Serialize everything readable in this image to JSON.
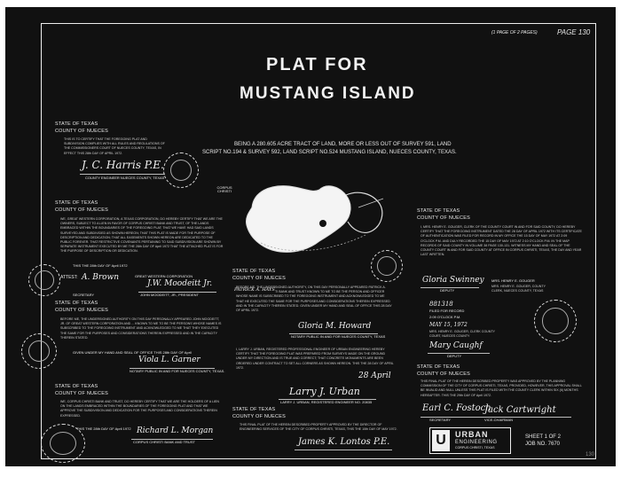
{
  "page_note": "(1 PAGE OF 2 PAGES)",
  "page_number": "PAGE 130",
  "title_line1": "PLAT FOR",
  "title_line2": "MUSTANG ISLAND",
  "description_line1": "BEING A 280.605 ACRE TRACT OF LAND, MORE OR LESS OUT OF SURVEY 591, LAND",
  "description_line2": "SCRIPT NO.194 & SURVEY 592, LAND SCRIPT NO.524 MUSTANG ISLAND, NUECES COUNTY, TEXAS.",
  "map_label": "CORPUS CHRISTI",
  "cert1": {
    "state": "STATE OF TEXAS",
    "county": "COUNTY OF NUECES",
    "body": "THIS IS TO CERTIFY THAT THE FOREGOING PLAT AND SUBDIVISION COMPLIES WITH ALL RULES AND REGULATIONS OF THE COMMISSIONERS COURT OF NUECES COUNTY, TEXAS, IN EFFECT THIS 28th DAY OF APRIL 1972.",
    "signature": "J. C. Harris P.E.",
    "signer_title": "COUNTY ENGINEER NUECES COUNTY, TEXAS"
  },
  "cert2": {
    "state": "STATE OF TEXAS",
    "county": "COUNTY OF NUECES",
    "body": "WE, GREAT WESTERN CORPORATION, A TEXAS CORPORATION, DO HEREBY CERTIFY THAT WE ARE THE OWNERS, SUBJECT TO A LIEN IN FAVOR OF CORPUS CHRISTI BANK AND TRUST, OF THE LANDS EMBRACED WITHIN THE BOUNDARIES OF THE FOREGOING PLAT; THAT WE HAVE HAD SAID LANDS SURVEYED AND SUBDIVIDED AS SHOWN HEREON; THAT THIS PLAT IS MADE FOR THE PURPOSE OF DESCRIPTION AND DEDICATION; THAT ALL EASEMENTS SHOWN HEREON ARE DEDICATED TO THE PUBLIC FOREVER. THAT RESTRICTIVE COVENANTS PERTAINING TO SAID SUBDIVISION ARE SHOWN BY SEPARATE INSTRUMENT EXECUTED BY ME THE 28th DAY OF April 1972 THAT THE ATTACHED PLAT IS FOR THE PURPOSE OF DESCRIPTION OR DEDICATION.",
    "this_date": "THIS THE 28th DAY OF April 1972",
    "attest": "ATTEST:",
    "corp": "GREAT WESTERN CORPORATION",
    "president": "JOHN MOODEITT, JR., PRESIDENT",
    "secretary": "SECRETARY",
    "sig_attest": "A. Brown",
    "sig_pres": "J.W. Moodeitt Jr.",
    "state2": "STATE OF TEXAS",
    "county2": "COUNTY OF NUECES",
    "ack": "BEFORE ME, THE UNDERSIGNED AUTHORITY ON THIS DAY PERSONALLY APPEARED JOHN MOODEITT, JR. OF GREAT WESTERN CORPORATION AND ... KNOWN TO ME TO BE THE PERSONS WHOSE NAMES IS SUBSCRIBED TO THE FOREGOING INSTRUMENT AND ACKNOWLEDGED TO ME THAT THEY EXECUTED THE SAME FOR THE PURPOSES AND CONSIDERATIONS THEREIN EXPRESSED AND IN THE CAPACITY THEREIN STATED.",
    "given": "GIVEN UNDER MY HAND AND SEAL OF OFFICE THIS 28th DAY OF April",
    "notary_sig": "Viola L. Garner",
    "notary": "NOTARY PUBLIC IN AND FOR NUECES COUNTY, TEXAS."
  },
  "cert3": {
    "state": "STATE OF TEXAS",
    "county": "COUNTY OF NUECES",
    "body": "WE, CORPUS CHRISTI BANK AND TRUST, DO HEREBY CERTIFY THAT WE ARE THE HOLDERS OF A LIEN ON THE LANDS EMBRACED WITHIN THE BOUNDARIES OF THE FOREGOING PLAT AND THAT WE APPROVE THE SUBDIVISION AND DEDICATION FOR THE PURPOSES AND CONSIDERATIONS THEREIN EXPRESSED.",
    "this_date": "THIS THE 28th DAY OF April 1972",
    "sig": "Richard L. Morgan",
    "signer": "CORPUS CHRISTI BANK AND TRUST"
  },
  "cert4": {
    "state": "STATE OF TEXAS",
    "county": "COUNTY OF NUECES",
    "body": "BEFORE ME, THE UNDERSIGNED AUTHORITY, ON THIS DAY PERSONALLY APPEARED PATRICK A. HAYS OF CORPUS CHRISTI BANK AND TRUST KNOWN TO ME TO BE THE PERSON AND OFFICER WHOSE NAME IS SUBSCRIBED TO THE FOREGOING INSTRUMENT AND ACKNOWLEDGED TO ME THAT HE EXECUTED THE SAME FOR THE PURPOSES AND CONSIDERATIONS THEREIN EXPRESSED AND IN THE CAPACITY THEREIN STATED. GIVEN UNDER MY HAND AND SEAL OF OFFICE THIS 28 DAY OF APRIL 1972.",
    "appeared": "PATRICK A. HAYS",
    "notary_sig": "Gloria M. Howard",
    "notary": "NOTARY PUBLIC IN AND FOR NUECES COUNTY, TEXAS"
  },
  "cert5": {
    "state": "STATE OF TEXAS",
    "county": "COUNTY OF NUECES",
    "body": "I, LARRY J. URBAN, REGISTERED PROFESSIONAL ENGINEER OF URBAN ENGINEERING HEREBY CERTIFY THAT THE FOREGOING PLAT WAS PREPARED FROM SURVEYS MADE ON THE GROUND UNDER MY DIRECTION AND IS TRUE AND CORRECT; THAT CONCRETE MONUMENTS ARE BEEN ORDERED UNDER CONTRACT TO SET ALL CORNERS AS SHOWN HEREON. THIS THE 28 DAY OF APRIL 1972.",
    "sig": "Larry J. Urban",
    "signer": "LARRY J. URBAN, REGISTERED ENGINEER NO. 20835",
    "date_sig": "28 April"
  },
  "cert6": {
    "state": "STATE OF TEXAS",
    "county": "COUNTY OF NUECES",
    "body": "THIS FINAL PLAT OF THE HEREIN DESCRIBED PROPERTY APPROVED BY THE DIRECTOR OF ENGINEERING SERVICES OF THE CITY OF CORPUS CHRISTI, TEXAS, THIS THE 10th DAY OF MAY 1972.",
    "sig": "James K. Lontos P.E."
  },
  "cert7": {
    "state": "STATE OF TEXAS",
    "county": "COUNTY OF NUECES",
    "body": "I, MRS. HENRY E. GOUGER, CLERK OF THE COUNTY COURT IN AND FOR SAID COUNTY, DO HEREBY CERTIFY THAT THE FOREGOING INSTRUMENT DATED THE 28 DAY OF APRIL 1972 WITH ITS CERTIFICATE OF AUTHENTICATION WAS FILED FOR RECORD IN MY OFFICE THE 15 DAY OF MAY 1972 AT 2:09 O'CLOCK P.M. AND DULY RECORDED THE 15 DAY OF MAY 1972 AT 2:10 O'CLOCK P.M. IN THE MAP RECORDS OF SAID COUNTY IN VOLUME 38 PAGE 130-131. WITNESS MY HAND AND SEAL OF THE COUNTY COURT IN AND FOR SAID COUNTY AT OFFICE IN CORPUS CHRISTI, TEXAS, THE DAY AND YEAR LAST WRITTEN.",
    "sig_deputy": "Gloria Swinney",
    "deputy": "DEPUTY",
    "clerk_name": "MRS. HENRY E. GOUGER",
    "clerk_title": "MRS. HENRY E. GOUGER, COUNTY CLERK, NUECES COUNTY, TEXAS",
    "file_no": "881318",
    "file_label": "FILED FOR RECORD",
    "at_time": "2:09 O'CLOCK P.M.",
    "date": "MAY 15, 1972",
    "clerk2": "MRS. HENRY E. GOUGER, CLERK COUNTY COURT, NUECES COUNTY",
    "sig_deputy2": "Mary Caughf",
    "deputy2": "DEPUTY"
  },
  "cert8": {
    "state": "STATE OF TEXAS",
    "county": "COUNTY OF NUECES",
    "body": "THIS FINAL PLAT OF THE HEREIN DESCRIBED PROPERTY WAS APPROVED BY THE PLANNING COMMISSION OF THE CITY OF CORPUS CHRISTI, TEXAS, PROVIDED, HOWEVER, THIS APPROVAL SHALL BE INVALID AND NULL UNLESS THIS PLAT IS FILED WITH THE COUNTY CLERK WITHIN SIX (6) MONTHS HEREAFTER. THIS THE 29th DAY OF April 1972.",
    "sig": "Earl C. Fostoch",
    "sig2": "Jack Cartwright",
    "secretary": "SECRETARY",
    "chairman": "VICE-CHAIRMAN"
  },
  "logo": {
    "mark": "U",
    "name": "URBAN",
    "sub": "ENGINEERING",
    "addr": "CORPUS CHRISTI, TEXAS"
  },
  "sheet": "SHEET 1 OF 2",
  "job": "JOB NO. 7670",
  "corner_note": "130"
}
